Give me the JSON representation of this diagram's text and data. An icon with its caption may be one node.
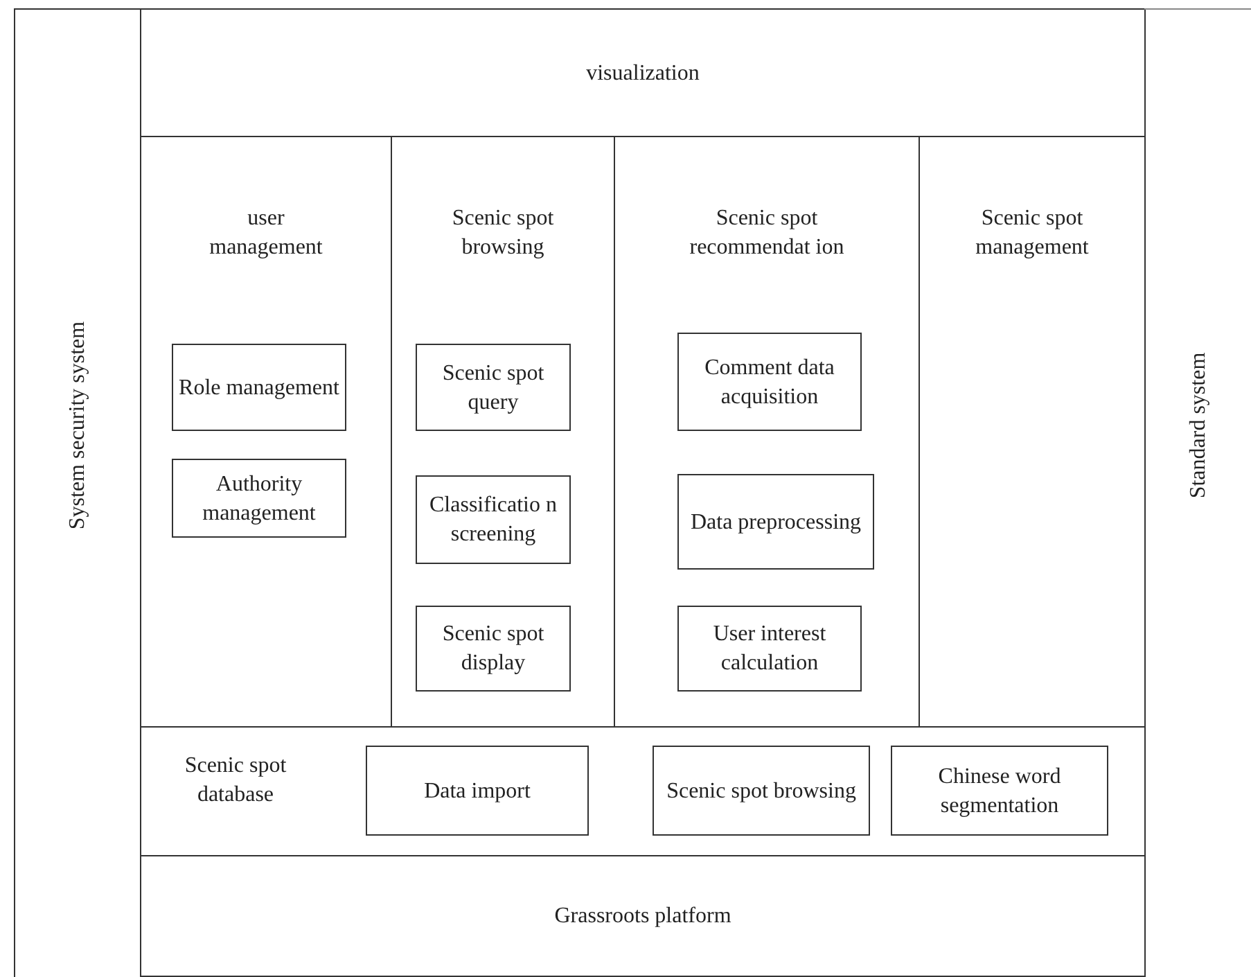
{
  "diagram": {
    "nodes": [
      {
        "text": [
          "System security system"
        ]
      },
      {
        "text": [
          "visualization"
        ]
      },
      {
        "text": [
          "user management"
        ]
      },
      {
        "text": [
          "Role management"
        ],
        "in": 2
      },
      {
        "text": [
          "Authority management"
        ],
        "in": 2
      },
      {
        "text": [
          "Scenic spot browsing"
        ]
      },
      {
        "text": [
          "Scenic spot query"
        ],
        "in": 5
      },
      {
        "text": [
          "Classificatio n screening"
        ],
        "in": 5
      },
      {
        "text": [
          "Scenic spot display"
        ],
        "in": 5
      },
      {
        "text": [
          "Scenic spot recommendat ion"
        ]
      },
      {
        "text": [
          "Comment data acquisition"
        ],
        "in": 9
      },
      {
        "text": [
          "Data preprocessing"
        ],
        "in": 9
      },
      {
        "text": [
          "User interest calculation"
        ],
        "in": 9
      },
      {
        "text": [
          "Scenic spot management"
        ]
      },
      {
        "text": [
          "Scenic spot database"
        ]
      },
      {
        "text": [
          "Data import"
        ],
        "in": 14
      },
      {
        "text": [
          "Scenic spot browsing"
        ],
        "in": 14
      },
      {
        "text": [
          "Chinese word segmentation"
        ],
        "in": 14
      },
      {
        "text": [
          "Grassroots platform"
        ]
      },
      {
        "text": [
          "Standard system"
        ]
      }
    ]
  }
}
